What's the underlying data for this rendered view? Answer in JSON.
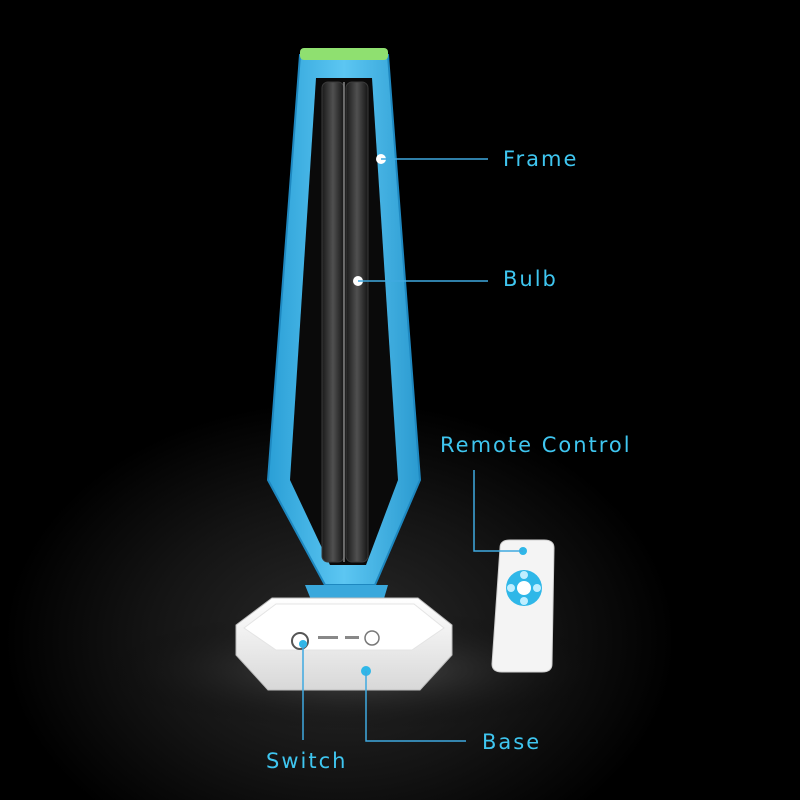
{
  "callouts": {
    "frame": "Frame",
    "bulb": "Bulb",
    "remote_control": "Remote Control",
    "switch": "Switch",
    "base": "Base"
  },
  "colors": {
    "frame_blue": "#3fb4e6",
    "label_blue": "#3fc6f0",
    "leader_line": "#3fa9e0",
    "top_light": "#8fe070",
    "base_white": "#f2f2f2",
    "background": "#000000"
  }
}
